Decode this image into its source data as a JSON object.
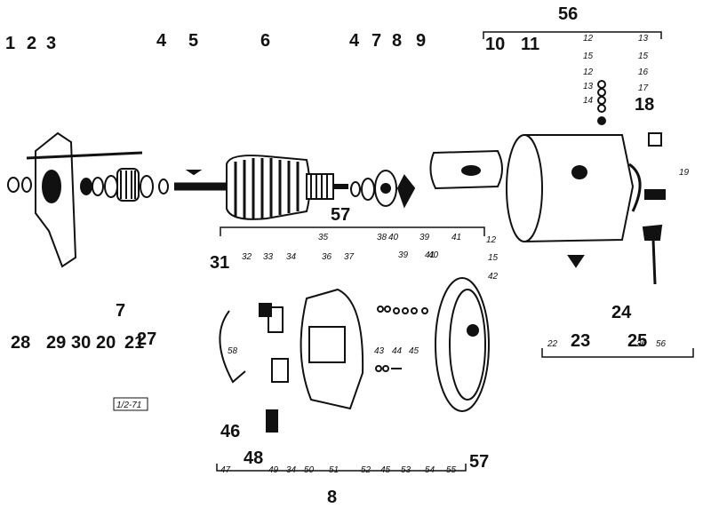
{
  "diagram": {
    "stamp": "1/2-71",
    "labels": [
      "1",
      "2",
      "3",
      "4",
      "5",
      "6",
      "4",
      "7",
      "8",
      "9",
      "10",
      "11",
      "56",
      "12",
      "13",
      "15",
      "15",
      "12",
      "16",
      "13",
      "17",
      "14",
      "18",
      "19",
      "57",
      "31",
      "32",
      "33",
      "34",
      "35",
      "36",
      "37",
      "38",
      "40",
      "39",
      "39",
      "41",
      "40",
      "41",
      "12",
      "15",
      "42",
      "58",
      "44",
      "45",
      "43",
      "46",
      "47",
      "48",
      "49",
      "34",
      "50",
      "51",
      "52",
      "45",
      "53",
      "54",
      "55",
      "57",
      "8",
      "7",
      "27",
      "28",
      "29",
      "30",
      "20",
      "21",
      "22",
      "23",
      "24",
      "25",
      "26",
      "56"
    ],
    "colors": {
      "ink": "#111111",
      "paper": "#ffffff"
    }
  }
}
